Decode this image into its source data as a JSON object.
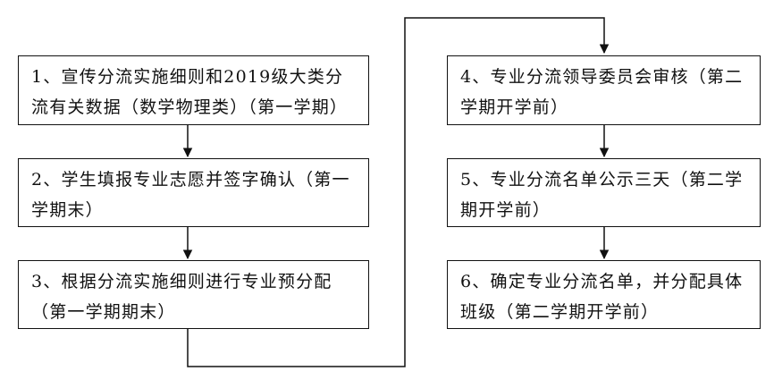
{
  "steps": [
    {
      "id": "step-1",
      "text": "1、宣传分流实施细则和2019级大类分流有关数据（数学物理类）（第一学期）"
    },
    {
      "id": "step-2",
      "text": "2、学生填报专业志愿并签字确认（第一学期末）"
    },
    {
      "id": "step-3",
      "text": "3、根据分流实施细则进行专业预分配（第一学期期末）"
    },
    {
      "id": "step-4",
      "text": "4、专业分流领导委员会审核（第二学期开学前）"
    },
    {
      "id": "step-5",
      "text": "5、专业分流名单公示三天（第二学期开学前）"
    },
    {
      "id": "step-6",
      "text": "6、确定专业分流名单，并分配具体班级（第二学期开学前）"
    }
  ],
  "colors": {
    "line": "#111111",
    "text": "#111111",
    "background": "#ffffff"
  }
}
